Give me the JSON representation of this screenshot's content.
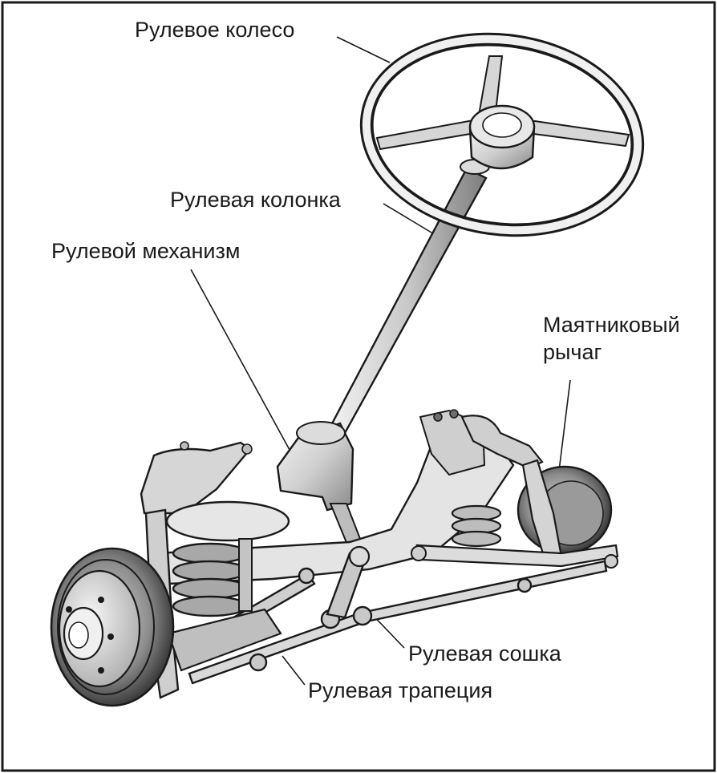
{
  "labels": {
    "steering_wheel": "Рулевое колесо",
    "steering_column": "Рулевая колонка",
    "steering_gear": "Рулевой механизм",
    "idler_arm_line1": "Маятниковый",
    "idler_arm_line2": "рычаг",
    "pitman_arm": "Рулевая сошка",
    "steering_linkage": "Рулевая трапеция"
  },
  "colors": {
    "ink": "#1a1a1a",
    "metal_light": "#e6e6e6",
    "metal_mid": "#bdbdbd",
    "metal_dark": "#6e6e6e",
    "background": "#ffffff"
  }
}
